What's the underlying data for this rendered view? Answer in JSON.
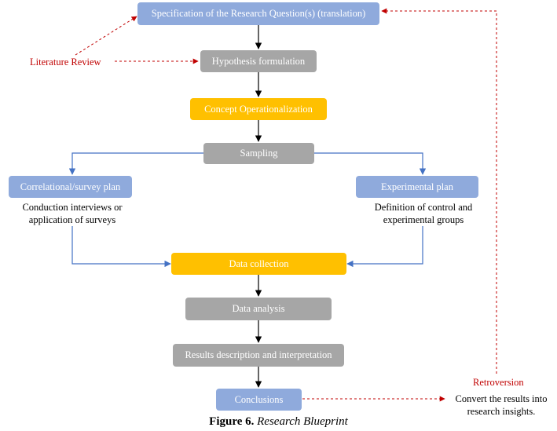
{
  "colors": {
    "blue_box": "#8faadc",
    "gray_box": "#a6a6a6",
    "gold_box": "#ffc000",
    "flow_arrow": "#000000",
    "branch_arrow": "#4472c4",
    "feedback_arrow": "#c00000"
  },
  "nodes": {
    "specification": "Specification of the Research Question(s) (translation)",
    "hypothesis": "Hypothesis formulation",
    "concept": "Concept Operationalization",
    "sampling": "Sampling",
    "correlational": "Correlational/survey plan",
    "experimental": "Experimental plan",
    "data_collection": "Data collection",
    "data_analysis": "Data analysis",
    "results": "Results description and interpretation",
    "conclusions": "Conclusions"
  },
  "notes": {
    "literature_review": "Literature Review",
    "correlational_line1": "Conduction interviews or",
    "correlational_line2": "application of surveys",
    "experimental_line1": "Definition of control and",
    "experimental_line2": "experimental groups",
    "retroversion": "Retroversion",
    "convert_line1": "Convert the results into",
    "convert_line2": "research insights."
  },
  "caption": {
    "label": "Figure 6.",
    "title": "Research Blueprint"
  }
}
